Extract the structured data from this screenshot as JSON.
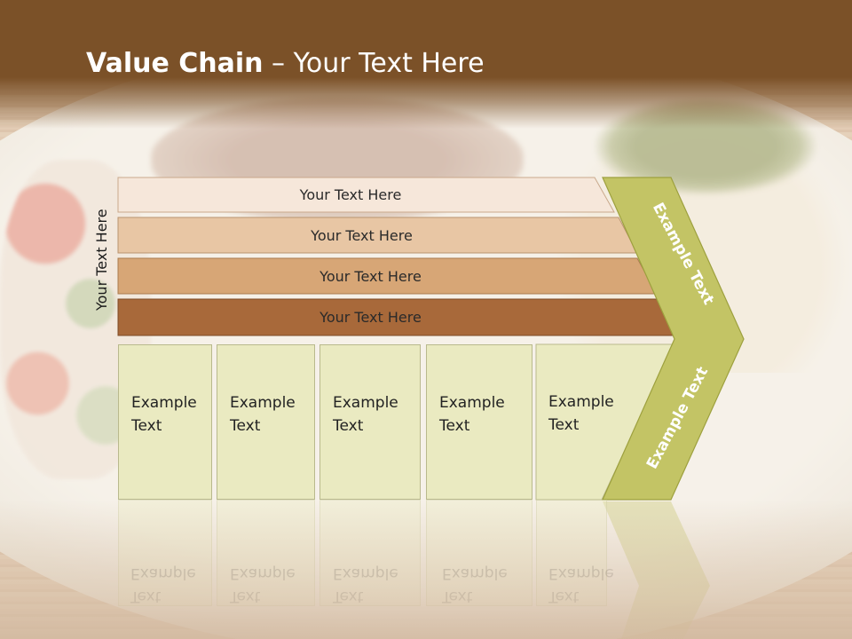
{
  "slide": {
    "title_bold": "Value Chain",
    "title_rest": " – Your Text Here",
    "vertical_label": "Your Text Here",
    "rows": [
      {
        "label": "Your Text Here",
        "color": "#f6e7da"
      },
      {
        "label": "Your Text Here",
        "color": "#e8c6a4"
      },
      {
        "label": "Your Text Here",
        "color": "#d7a676"
      },
      {
        "label": "Your Text Here",
        "color": "#a8693a"
      }
    ],
    "boxes": [
      {
        "line1": "Example",
        "line2": "Text"
      },
      {
        "line1": "Example",
        "line2": "Text"
      },
      {
        "line1": "Example",
        "line2": "Text"
      },
      {
        "line1": "Example",
        "line2": "Text"
      },
      {
        "line1": "Example",
        "line2": "Text"
      }
    ],
    "chevron_top_text": "Example Text",
    "chevron_bottom_text": "Example Text",
    "colors": {
      "header": "#7b5128",
      "box_fill": "#eaeac1",
      "chevron_fill": "#c3c465",
      "chevron_border": "#9da03e"
    }
  }
}
